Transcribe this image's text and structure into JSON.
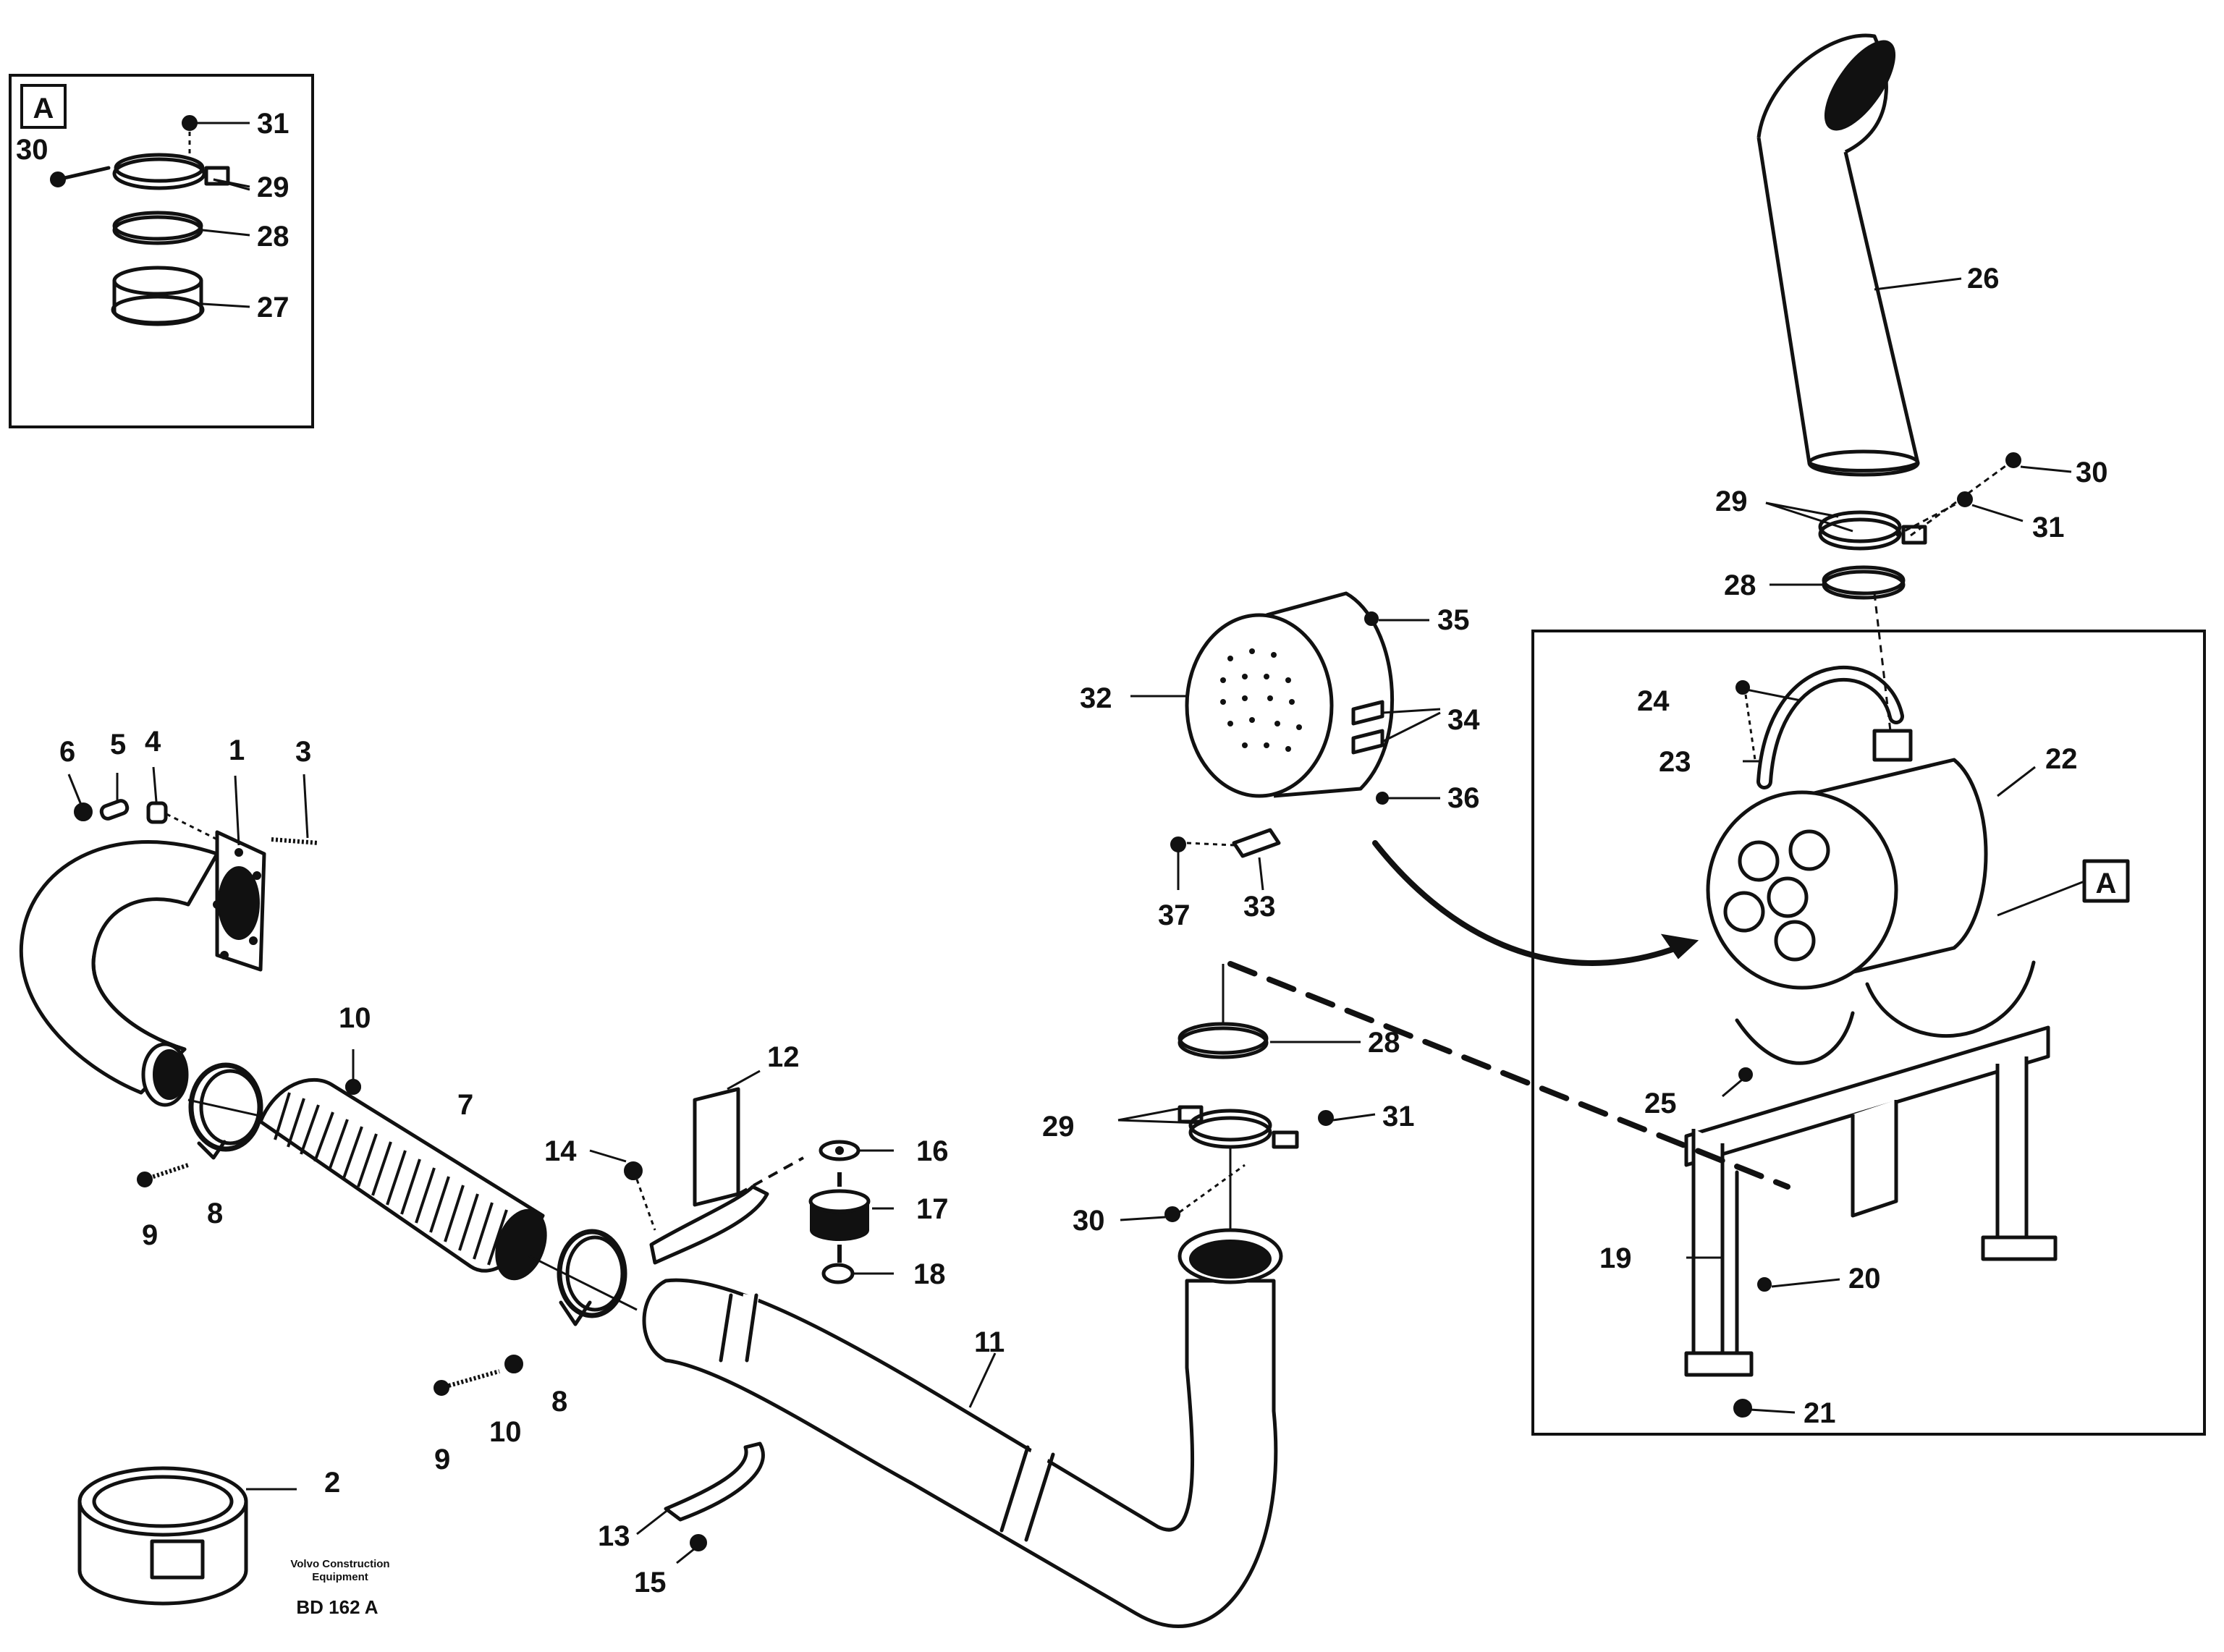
{
  "detail_box": {
    "tag": "A",
    "labels": [
      "31",
      "30",
      "29",
      "28",
      "27"
    ]
  },
  "main_labels": {
    "l1": "1",
    "l2": "2",
    "l3": "3",
    "l4": "4",
    "l5": "5",
    "l6": "6",
    "l7": "7",
    "l8a": "8",
    "l8b": "8",
    "l9a": "9",
    "l9b": "9",
    "l10a": "10",
    "l10b": "10",
    "l11": "11",
    "l12": "12",
    "l13": "13",
    "l14": "14",
    "l15": "15",
    "l16": "16",
    "l17": "17",
    "l18": "18",
    "l19": "19",
    "l20": "20",
    "l21": "21",
    "l22": "22",
    "l23": "23",
    "l24": "24",
    "l25": "25",
    "l26": "26",
    "l28a": "28",
    "l28b": "28",
    "l29a": "29",
    "l29b": "29",
    "l30a": "30",
    "l30b": "30",
    "l31a": "31",
    "l31b": "31",
    "l32": "32",
    "l33": "33",
    "l34": "34",
    "l35": "35",
    "l36": "36",
    "l37": "37",
    "ref_tag": "A"
  },
  "footer": {
    "company_line1": "Volvo Construction",
    "company_line2": "Equipment",
    "drawing_code": "BD 162 A"
  }
}
